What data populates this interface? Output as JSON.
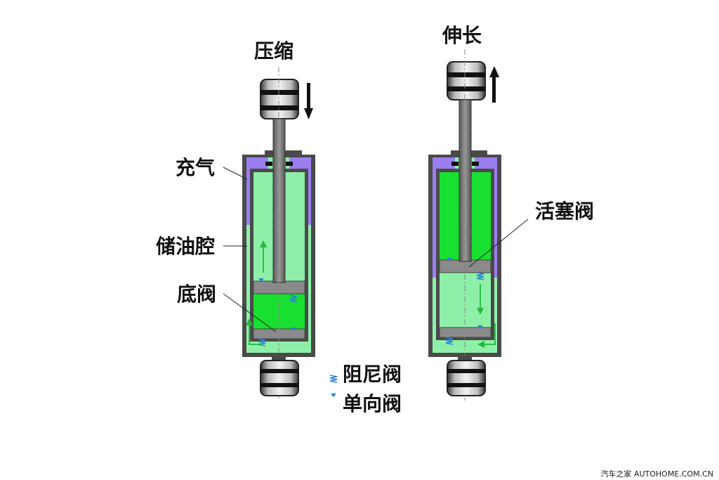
{
  "labels": {
    "compress": "压缩",
    "extend": "伸长",
    "gas": "充气",
    "reservoir": "储油腔",
    "base_valve": "底阀",
    "piston_valve": "活塞阀"
  },
  "legend": {
    "damping_valve": "阻尼阀",
    "check_valve": "单向阀"
  },
  "watermark": "汽车之家 AUTOHOME.COM.CN",
  "colors": {
    "gas": "#9b7ff0",
    "oil_light": "#8ef0a8",
    "oil_dark": "#18e030",
    "shell": "#4a4a4a",
    "rod": "#7a7a7a",
    "valve_blue": "#2a7fd4",
    "arrow_green": "#22b83a"
  },
  "icons": {
    "compress_arrow": "down-arrow-icon",
    "extend_arrow": "up-arrow-icon",
    "damping": "spring-valve-icon",
    "check": "triangle-valve-icon"
  }
}
